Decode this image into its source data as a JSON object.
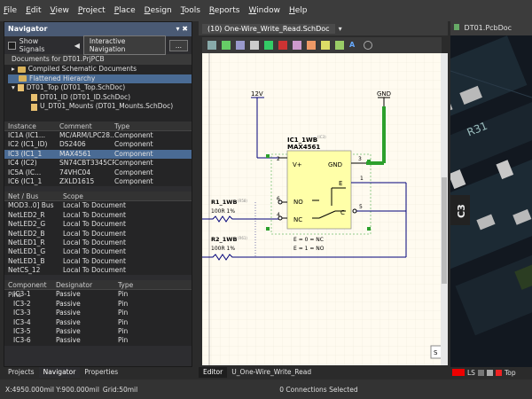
{
  "menu": [
    "File",
    "Edit",
    "View",
    "Project",
    "Place",
    "Design",
    "Tools",
    "Reports",
    "Window",
    "Help"
  ],
  "navigator": {
    "title": "Navigator",
    "controls": "▾ ✖",
    "show_signals": "Show Signals",
    "interactive_nav": "Interactive Navigation",
    "more": "...",
    "docs_header": "Documents for DT01.PrjPCB",
    "docs": [
      "Compiled  Schematic Documents",
      "Flattened Hierarchy",
      "DT01_Top (DT01_Top.SchDoc)",
      "DT01_ID (DT01_ID.SchDoc)",
      "U_DT01_Mounts (DT01_Mounts.SchDoc)"
    ],
    "inst_cols": [
      "Instance",
      "Comment",
      "Type"
    ],
    "instances": [
      [
        "IC1A (IC1...",
        "MC/ARM/LPC28...",
        "Component"
      ],
      [
        "IC2 (IC1_ID)",
        "DS2406",
        "Component"
      ],
      [
        "IC3 (IC1_1",
        "MAX4561",
        "Component"
      ],
      [
        "IC4 (IC2)",
        "SN74CBT3345CP",
        "Component"
      ],
      [
        "IC5A (IC...",
        "74VHC04",
        "Component"
      ],
      [
        "IC6 (IC1_1",
        "ZXLD1615",
        "Component"
      ]
    ],
    "net_cols": [
      "Net / Bus",
      "Scope"
    ],
    "nets": [
      [
        "MOD3..0] Bus",
        "Local To Document"
      ],
      [
        "NetLED2_R",
        "Local To Document"
      ],
      [
        "NetLED2_G",
        "Local To Document"
      ],
      [
        "NetLED2_B",
        "Local To Document"
      ],
      [
        "NetLED1_R",
        "Local To Document"
      ],
      [
        "NetLED1_G",
        "Local To Document"
      ],
      [
        "NetLED1_B",
        "Local To Document"
      ],
      [
        "NetCS_12",
        "Local To Document"
      ]
    ],
    "pin_cols": [
      "Component Pins",
      "Designator",
      "Type"
    ],
    "pins": [
      [
        "IC3-1",
        "Passive",
        "Pin"
      ],
      [
        "IC3-2",
        "Passive",
        "Pin"
      ],
      [
        "IC3-3",
        "Passive",
        "Pin"
      ],
      [
        "IC3-4",
        "Passive",
        "Pin"
      ],
      [
        "IC3-5",
        "Passive",
        "Pin"
      ],
      [
        "IC3-6",
        "Passive",
        "Pin"
      ]
    ],
    "tabs": [
      "Projects",
      "Navigator",
      "Properties"
    ]
  },
  "schematic": {
    "tab": "(10) One-Wire_Write_Read.SchDoc",
    "labels": {
      "v12": "12V",
      "gnd": "GND",
      "ic_name": "IC1_1WB",
      "ic_val": "MAX4561",
      "ic_ref": "(IC3)",
      "vplus": "V+",
      "gndpin": "GND",
      "e": "E",
      "no": "NO",
      "nc": "NC",
      "c": "C",
      "p1": "1",
      "p2": "2",
      "p3": "3",
      "p4": "4",
      "p5": "5",
      "p6": "6",
      "r1": "R1_1WB",
      "r1v": "100R 1%",
      "r1ref": "(R58)",
      "r2": "R2_1WB",
      "r2v": "100R 1%",
      "r2ref": "(R61)",
      "e0": "E = 0 = NC",
      "e1": "E = 1 = NO",
      "s": "S"
    },
    "tabs": [
      "Editor",
      "U_One-Wire_Write_Read"
    ]
  },
  "pcb": {
    "tab": "DT01.PcbDoc",
    "labels": [
      "R31",
      "C3"
    ],
    "layers": [
      "LS",
      "Top"
    ]
  },
  "status": {
    "coords": "X:4950.000mil Y:900.000mil",
    "grid": "Grid:50mil",
    "sel": "0 Connections Selected"
  }
}
